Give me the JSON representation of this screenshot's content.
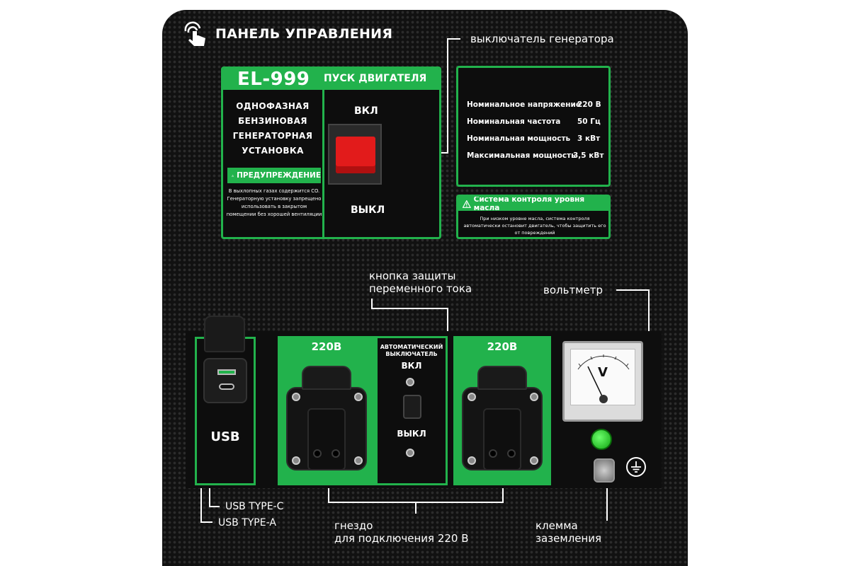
{
  "header": {
    "title": "ПАНЕЛЬ УПРАВЛЕНИЯ"
  },
  "callouts": {
    "generator_switch": "выключатель генератора",
    "ac_protection_line1": "кнопка защиты",
    "ac_protection_line2": "переменного тока",
    "voltmeter": "вольтметр",
    "usb_type_c": "USB TYPE-C",
    "usb_type_a": "USB TYPE-A",
    "socket_line1": "гнездо",
    "socket_line2": "для подключения 220 В",
    "ground_line1": "клемма",
    "ground_line2": "заземления"
  },
  "engine_panel": {
    "model": "EL-999",
    "start_label": "ПУСК ДВИГАТЕЛЯ",
    "desc_lines": [
      "ОДНОФАЗНАЯ",
      "БЕНЗИНОВАЯ",
      "ГЕНЕРАТОРНАЯ",
      "УСТАНОВКА"
    ],
    "warning_title": "ПРЕДУПРЕЖДЕНИЕ",
    "warning_text": "В выхлопных газах содержится CO. Генераторную установку запрещено использовать в закрытом помещении без хорошей вентиляции",
    "on_label": "ВКЛ",
    "off_label": "ВЫКЛ"
  },
  "specs": {
    "rows": [
      {
        "name": "Номинальное напряжение",
        "value": "220 В"
      },
      {
        "name": "Номинальная частота",
        "value": "50 Гц"
      },
      {
        "name": "Номинальная мощность",
        "value": "3 кВт"
      },
      {
        "name": "Максимальная мощность",
        "value": "3,5 кВт"
      }
    ]
  },
  "oil_panel": {
    "title": "Система контроля уровня масла",
    "text": "При низком уровне масла, система контроля автоматически остановит двигатель, чтобы защитить его от повреждений"
  },
  "usb_panel": {
    "label": "USB"
  },
  "socket_left": {
    "label": "220В"
  },
  "socket_right": {
    "label": "220В"
  },
  "breaker": {
    "title_line1": "АВТОМАТИЧЕСКИЙ",
    "title_line2": "ВЫКЛЮЧАТЕЛЬ",
    "on_label": "ВКЛ",
    "off_label": "ВЫКЛ"
  },
  "voltmeter": {
    "unit": "V"
  },
  "colors": {
    "accent_green": "#22b24c",
    "switch_red": "#e21b1b",
    "frame": "#111111"
  },
  "icons": {
    "header": "touch-hand-icon",
    "warning": "warning-triangle-icon",
    "ground": "ground-icon"
  }
}
